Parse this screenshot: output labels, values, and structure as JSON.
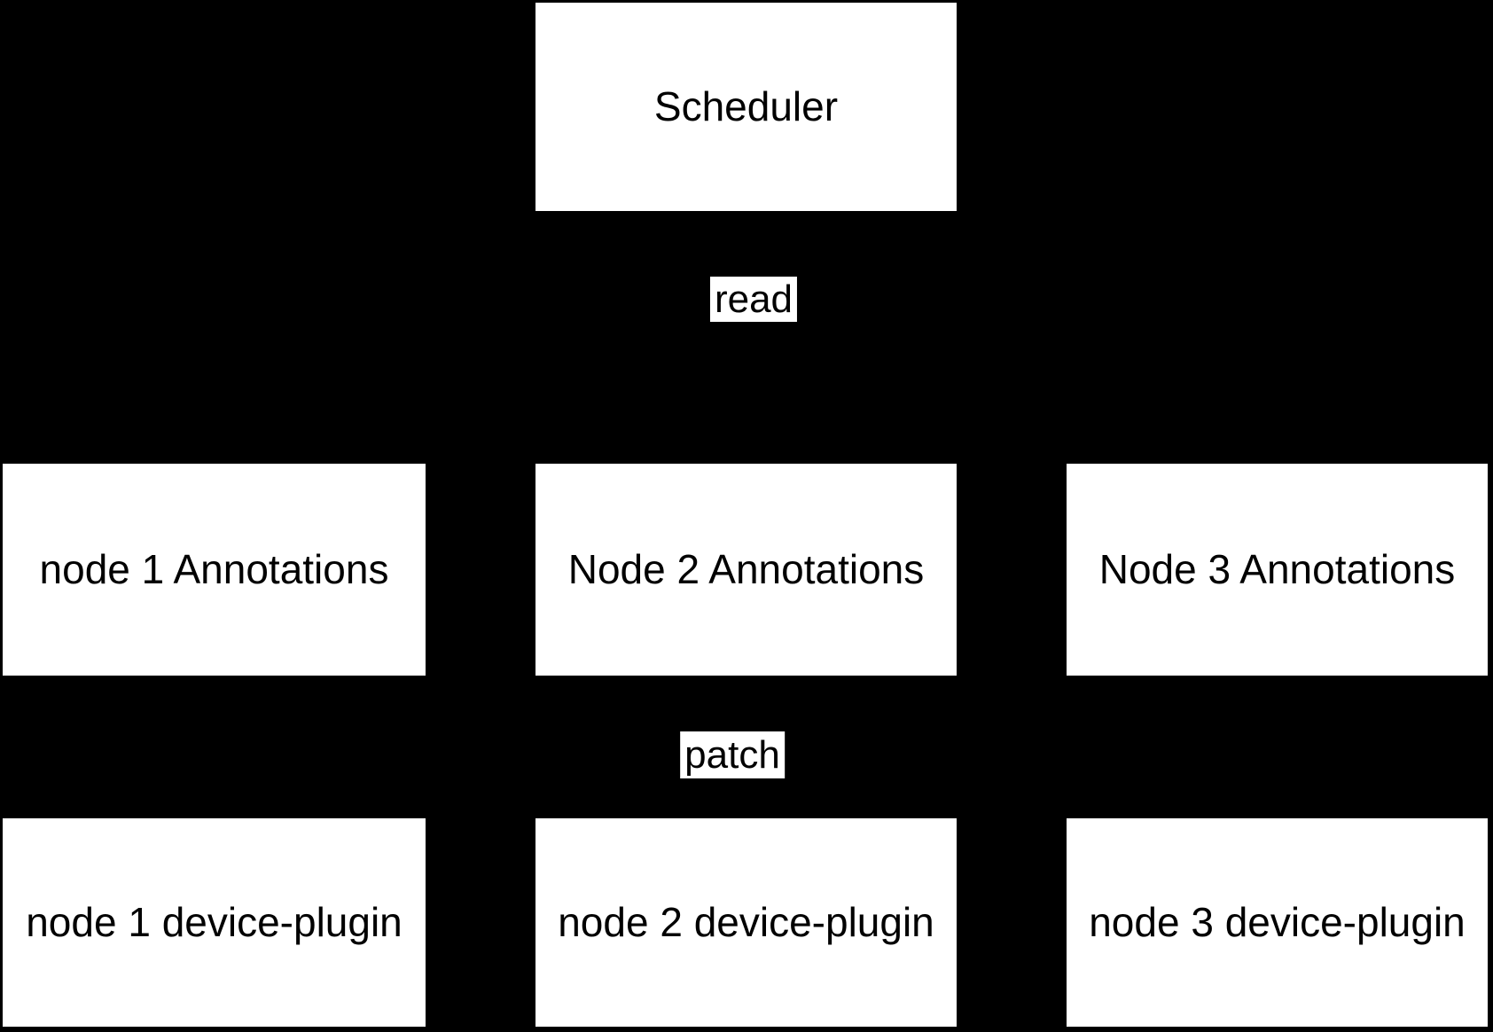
{
  "diagram": {
    "colors": {
      "background": "#000000",
      "node_fill": "#ffffff",
      "text": "#000000"
    },
    "scheduler": {
      "label": "Scheduler"
    },
    "edge_labels": {
      "read": "read",
      "patch": "patch"
    },
    "annotation_nodes": [
      {
        "label": "node 1 Annotations"
      },
      {
        "label": "Node 2 Annotations"
      },
      {
        "label": "Node 3 Annotations"
      }
    ],
    "device_plugin_nodes": [
      {
        "label": "node 1 device-plugin"
      },
      {
        "label": "node 2 device-plugin"
      },
      {
        "label": "node 3 device-plugin"
      }
    ]
  }
}
